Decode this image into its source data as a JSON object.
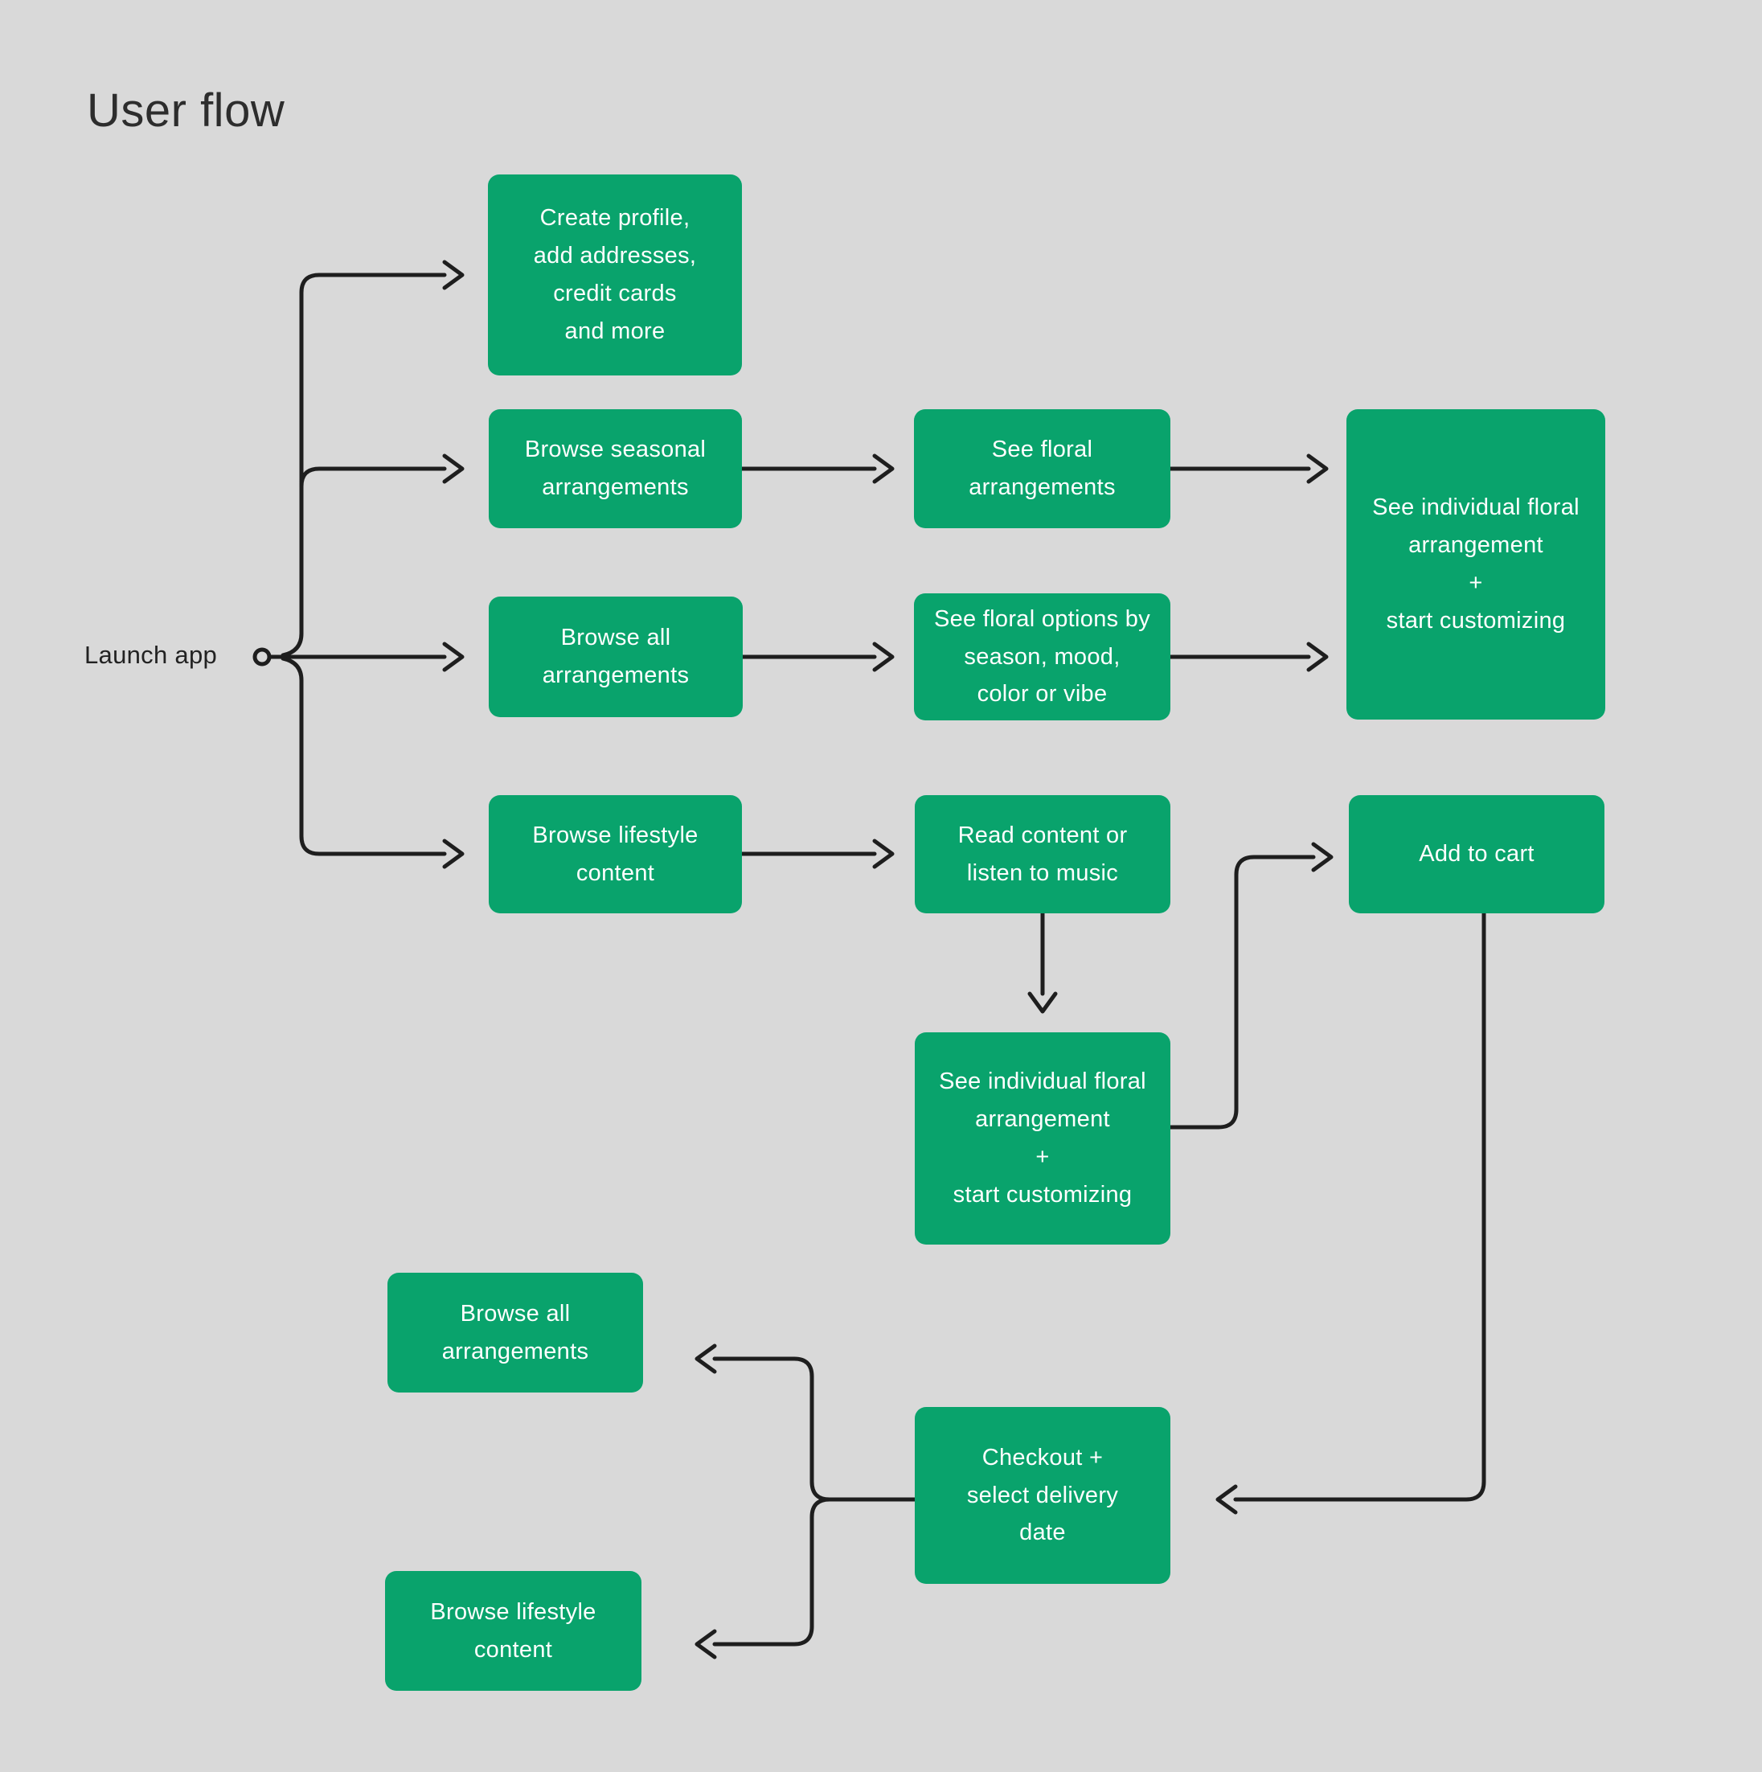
{
  "title": "User flow",
  "start": {
    "label": "Launch app"
  },
  "colors": {
    "background": "#d9d9d9",
    "node_fill": "#09a36c",
    "node_text": "#ffffff",
    "connector": "#1e1e1e",
    "title_text": "#2d2d2d"
  },
  "nodes": {
    "create_profile": "Create profile,\nadd addresses,\ncredit cards\nand more",
    "browse_seasonal": "Browse seasonal\narrangements",
    "see_floral": "See floral\narrangements",
    "browse_all": "Browse all\narrangements",
    "see_options": "See floral options by\nseason, mood,\ncolor or vibe",
    "see_individual": "See individual floral\narrangement\n+\nstart customizing",
    "browse_lifestyle": "Browse lifestyle\ncontent",
    "read_content": "Read content or\nlisten to music",
    "add_to_cart": "Add to cart",
    "see_individual_2": "See individual floral\narrangement\n+\nstart customizing",
    "checkout": "Checkout +\nselect delivery\ndate",
    "browse_all_2": "Browse all\narrangements",
    "browse_lifestyle_2": "Browse lifestyle\ncontent"
  }
}
